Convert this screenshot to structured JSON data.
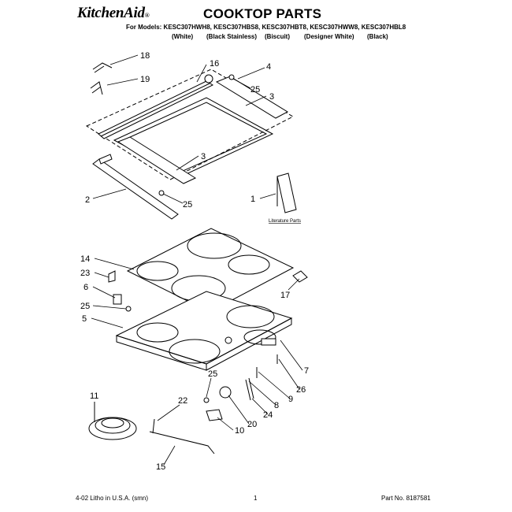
{
  "header": {
    "brand": "KitchenAid",
    "brand_mark": "®",
    "title": "COOKTOP PARTS",
    "models_line": "For Models: KESC307HWH8, KESC307HBS8, KESC307HBT8, KESC307HWW8, KESC307HBL8",
    "colors": [
      "(White)",
      "(Black Stainless)",
      "(Biscuit)",
      "(Designer White)",
      "(Black)"
    ]
  },
  "callouts": {
    "c18": "18",
    "c19": "19",
    "c16": "16",
    "c4": "4",
    "c25a": "25",
    "c3a": "3",
    "c3b": "3",
    "c2": "2",
    "c25b": "25",
    "c1": "1",
    "c14": "14",
    "c23": "23",
    "c6": "6",
    "c25c": "25",
    "c5": "5",
    "c17": "17",
    "c7": "7",
    "c25d": "25",
    "c26": "26",
    "c9": "9",
    "c8": "8",
    "c24": "24",
    "c11": "11",
    "c22": "22",
    "c20": "20",
    "c10": "10",
    "c15": "15"
  },
  "literature_label": "Literature Parts",
  "footer": {
    "left": "4-02 Litho in U.S.A. (smn)",
    "page": "1",
    "part_no": "Part No. 8187581"
  }
}
